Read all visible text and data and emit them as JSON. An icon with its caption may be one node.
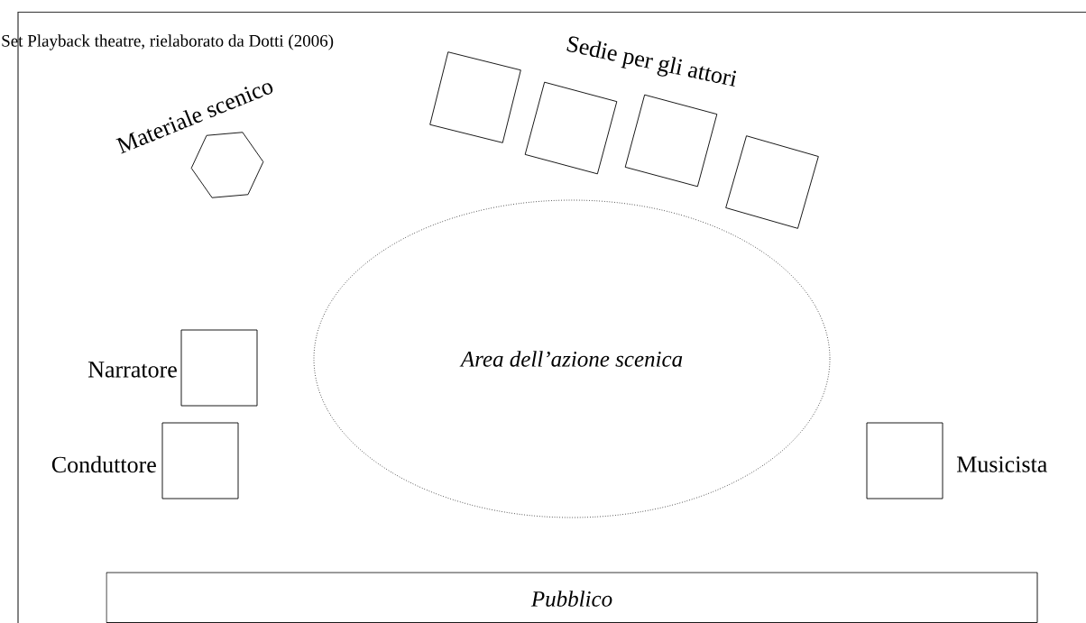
{
  "diagram": {
    "title": "Set Playback theatre, rielaborato da Dotti (2006)",
    "nodes": [
      {
        "text": [
          "Materiale scenico"
        ]
      },
      {
        "text": [],
        "shape": "box"
      },
      {
        "text": [],
        "shape": "box"
      },
      {
        "text": [],
        "shape": "box"
      },
      {
        "text": [],
        "shape": "box"
      },
      {
        "text": [
          "Area dell’azione scenica"
        ]
      },
      {
        "text": [
          "Narratore"
        ]
      },
      {
        "text": [
          "Conduttore"
        ]
      },
      {
        "text": [
          "Musicista"
        ]
      },
      {
        "text": [
          "Pubblico"
        ]
      }
    ],
    "labels": [
      "Sedie per gli attori"
    ]
  }
}
